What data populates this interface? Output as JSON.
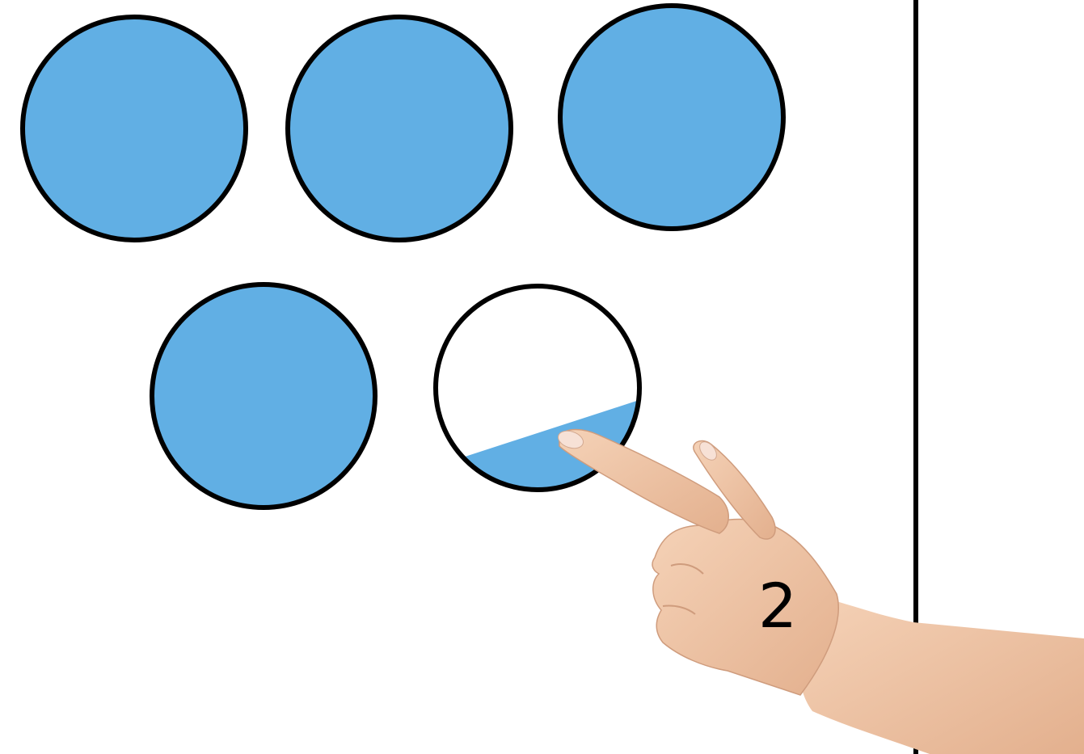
{
  "count_label": "2",
  "colors": {
    "circle_fill": "#61afe4",
    "circle_stroke": "#000000",
    "empty_fill": "#ffffff",
    "divider": "#000000",
    "skin": "#f1c8a8",
    "skin_shadow": "#d9a98a",
    "nail": "#fbe6dc"
  },
  "circles": [
    {
      "fill_level": 1.0
    },
    {
      "fill_level": 1.0
    },
    {
      "fill_level": 1.0
    },
    {
      "fill_level": 1.0
    },
    {
      "fill_level": 0.25
    }
  ],
  "icons": {
    "pointer": "pointing-hand-icon"
  }
}
